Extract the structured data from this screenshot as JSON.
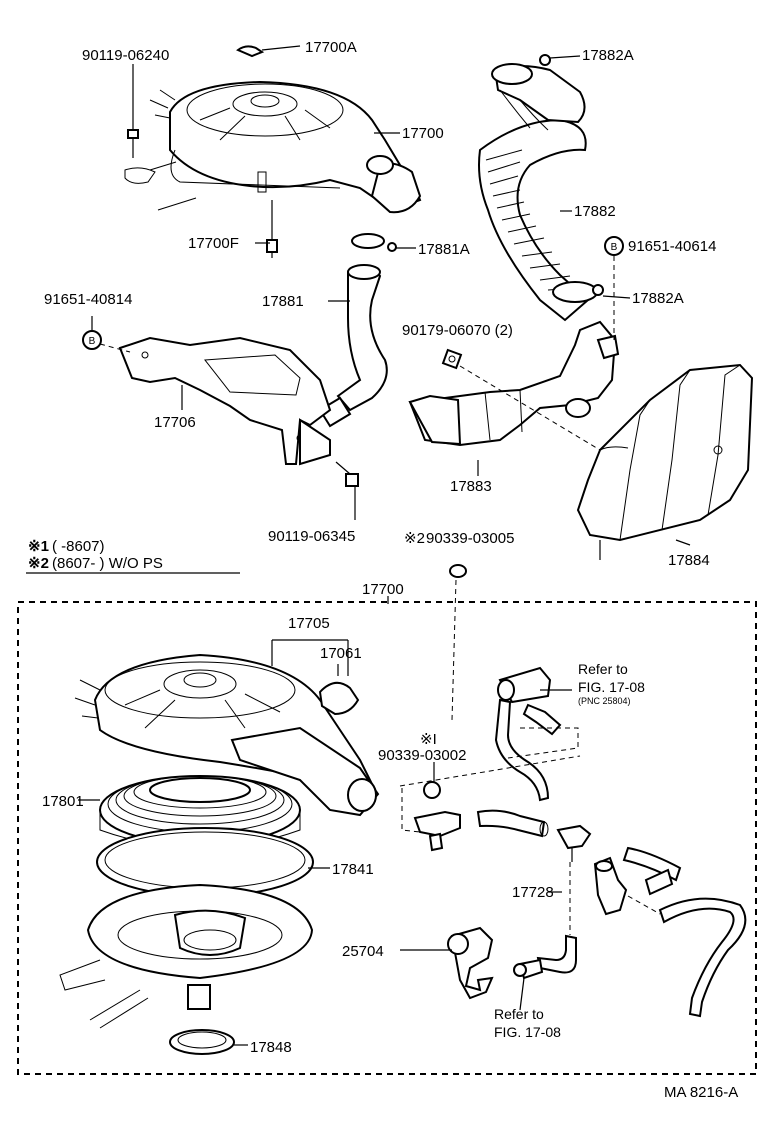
{
  "parts": {
    "p17700A": "17700A",
    "p90119_06240": "90119-06240",
    "p17700": "17700",
    "p17700F": "17700F",
    "p17881A": "17881A",
    "p17882A_top": "17882A",
    "p17882": "17882",
    "p91651_40614": "91651-40614",
    "p91651_40814": "91651-40814",
    "p17881": "17881",
    "p17882A_mid": "17882A",
    "p90179_06070": "90179-06070 (2)",
    "p17706": "17706",
    "p17883": "17883",
    "p17884": "17884",
    "p90119_06345": "90119-06345",
    "p90339_03005": "90339-03005",
    "p17700_box": "17700",
    "p17705": "17705",
    "p17061": "17061",
    "p90339_03002": "90339-03002",
    "p17801": "17801",
    "p17841": "17841",
    "p17728": "17728",
    "p25704": "25704",
    "p17848": "17848"
  },
  "markers": {
    "b": "B",
    "mark1": "※1",
    "mark2": "※2",
    "star1": "※I"
  },
  "legend": {
    "line1_mark": "※1",
    "line1_text": "(        -8607)",
    "line2_mark": "※2",
    "line2_text": "(8607-           ) W/O PS"
  },
  "refs": {
    "ref_top_line1": "Refer to",
    "ref_top_line2": "FIG. 17-08",
    "ref_top_pnc": "(PNC 25804)",
    "ref_bottom_line1": "Refer to",
    "ref_bottom_line2": "FIG. 17-08"
  },
  "footer": {
    "code": "MA 8216-A"
  }
}
